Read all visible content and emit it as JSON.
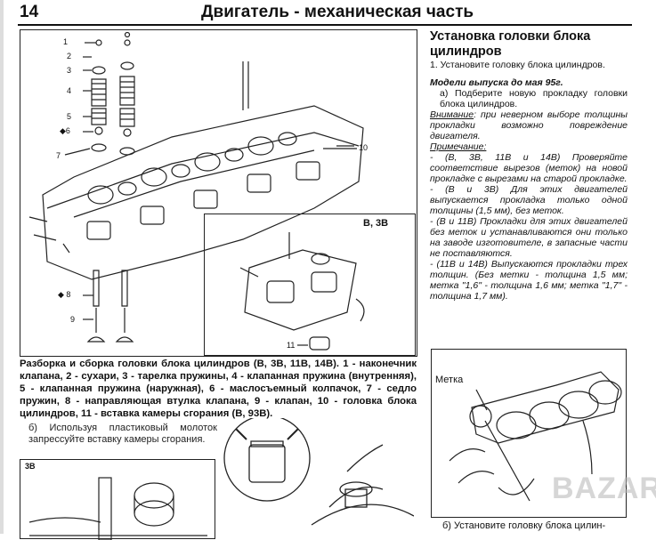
{
  "header": {
    "page_number": "14",
    "title": "Двигатель - механическая часть"
  },
  "figure_main": {
    "callouts": [
      "1",
      "2",
      "3",
      "4",
      "5",
      "6",
      "7",
      "8",
      "9",
      "10",
      "11"
    ],
    "inset_label": "В, 3В"
  },
  "caption": "Разборка и сборка головки блока цилиндров (В, 3В, 11В, 14В). 1 - наконечник клапана, 2 - сухари, 3 - тарелка пружины, 4 - клапанная пружина (внутренняя), 5 - клапанная пружина (наружная), 6 - маслосъемный колпачок, 7 - седло пружин, 8 - направляющая втулка клапана, 9 - клапан, 10 - головка блока цилиндров, 11 - вставка камеры сгорания (В, 93В).",
  "left_bottom": {
    "step_b": "б) Используя пластиковый молоток запрессуйте вставку камеры сгорания.",
    "figure_label": "3В"
  },
  "right_column": {
    "heading": "Установка головки блока цилиндров",
    "step_1": "1. Установите головку блока цилиндров.",
    "models_heading": "Модели выпуска до мая 95г.",
    "step_a": "а) Подберите новую прокладку головки блока цилиндров.",
    "warning_label": "Внимание",
    "warning_text": ": при неверном выборе толщины прокладки возможно повреждение двигателя.",
    "note_label": "Примечание:",
    "notes": [
      "- (В, 3В, 11В и 14В) Проверяйте соответствие вырезов (меток) на новой прокладке с вырезами на старой прокладке.",
      "- (В и 3В) Для этих двигателей выпускается прокладка только одной толщины (1,5 мм), без меток.",
      "- (В и 11В) Прокладки для этих двигателей без меток и устанавливаются они только на заводе изготовителе, в запасные части не поставляются.",
      "- (11В и 14В) Выпускаются прокладки трех толщин. (Без метки - толщина 1,5 мм; метка \"1,6\" - толщина 1,6 мм; метка \"1,7\" - толщина 1,7 мм)."
    ],
    "figure_label": "Метка",
    "step_b": "б) Установите головку блока цилин-"
  },
  "watermark": "BAZAR"
}
